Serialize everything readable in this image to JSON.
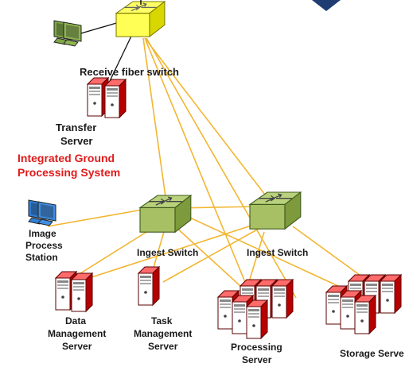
{
  "diagram": {
    "labels": {
      "receive_switch": "Receive fiber switch",
      "transfer_server_line1": "Transfer",
      "transfer_server_line2": "Server",
      "system_title_line1": "Integrated Ground",
      "system_title_line2": "Processing System",
      "image_station_line1": "Image",
      "image_station_line2": "Process",
      "image_station_line3": "Station",
      "ingest_switch_left": "Ingest Switch",
      "ingest_switch_right": "Ingest Switch",
      "data_mgmt_line1": "Data",
      "data_mgmt_line2": "Management",
      "data_mgmt_line3": "Server",
      "task_mgmt_line1": "Task",
      "task_mgmt_line2": "Management",
      "task_mgmt_line3": "Server",
      "processing_line1": "Processing",
      "processing_line2": "Server",
      "storage": "Storage Serve"
    },
    "colors": {
      "link": "#f2b632",
      "switch_yellow": "#ffff55",
      "switch_green": "#a6c063",
      "server_red": "#ee1111",
      "monitor_green": "#7ea646",
      "monitor_blue": "#2f7fd6",
      "title_red": "#e01b1b"
    }
  }
}
